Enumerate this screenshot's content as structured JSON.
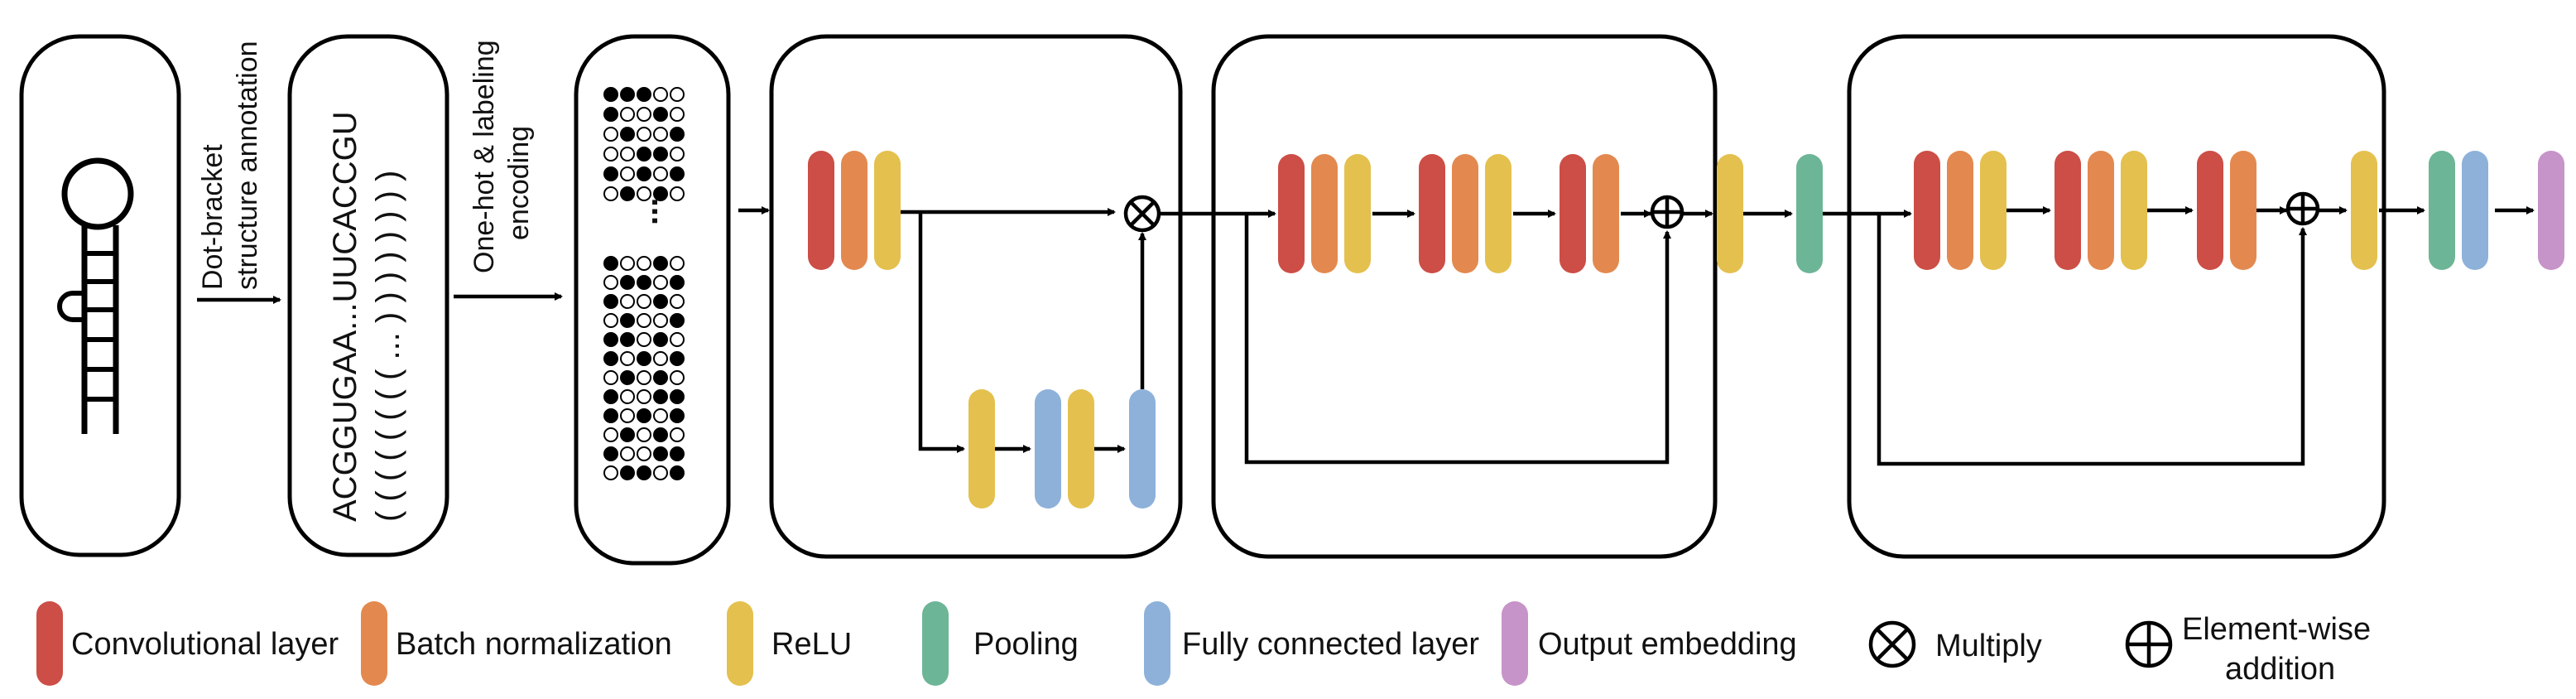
{
  "steps": {
    "annotation_label_line1": "Dot-bracket",
    "annotation_label_line2": "structure annotation",
    "encoding_label_line1": "One-hot & labeling",
    "encoding_label_line2": "encoding",
    "sequence": "ACGGUGAA...UUCACCGU",
    "structure": "( ( ( ( ( ( ( ( ... ) ) ) ) ) ) ) )",
    "ellipsis": "..."
  },
  "colors": {
    "conv": "#cc4e46",
    "bn": "#e3894f",
    "relu": "#e4c04e",
    "pool": "#6db597",
    "fc": "#8eb1da",
    "out": "#c694c8"
  },
  "icons": {
    "multiply": "circle-times-icon",
    "add": "circle-plus-icon"
  },
  "legend": {
    "conv": "Convolutional layer",
    "bn": "Batch normalization",
    "relu": "ReLU",
    "pool": "Pooling",
    "fc": "Fully connected layer",
    "out": "Output embedding",
    "multiply": "Multiply",
    "add_line1": "Element-wise",
    "add_line2": "addition"
  }
}
